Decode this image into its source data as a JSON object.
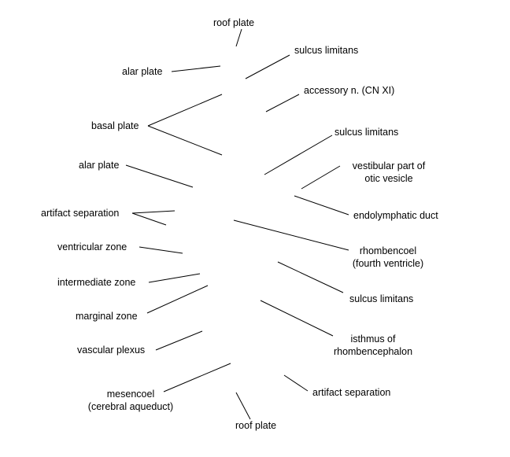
{
  "labels": {
    "roof_plate_top": "roof plate",
    "sulcus_limitans_1": "sulcus limitans",
    "alar_plate_1": "alar plate",
    "accessory_nerve": "accessory n. (CN XI)",
    "basal_plate": "basal plate",
    "sulcus_limitans_2": "sulcus limitans",
    "alar_plate_2": "alar plate",
    "vestibular_line1": "vestibular part of",
    "vestibular_line2": "otic vesicle",
    "endolymphatic_duct": "endolymphatic duct",
    "artifact_separation_1": "artifact separation",
    "rhombencoel_line1": "rhombencoel",
    "rhombencoel_line2": "(fourth ventricle)",
    "ventricular_zone": "ventricular zone",
    "intermediate_zone": "intermediate zone",
    "sulcus_limitans_3": "sulcus limitans",
    "marginal_zone": "marginal zone",
    "isthmus_line1": "isthmus of",
    "isthmus_line2": "rhombencephalon",
    "vascular_plexus": "vascular plexus",
    "mesencoel_line1": "mesencoel",
    "mesencoel_line2": "(cerebral aqueduct)",
    "artifact_separation_2": "artifact separation",
    "roof_plate_bottom": "roof plate"
  }
}
